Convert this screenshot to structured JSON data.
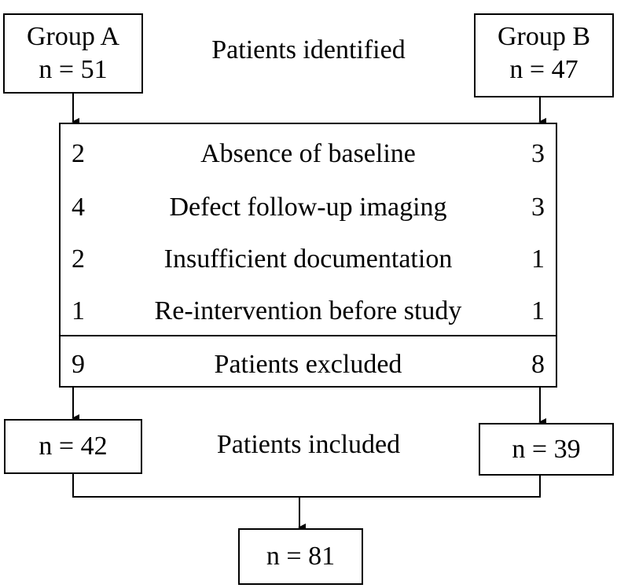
{
  "identified": {
    "label": "Patients identified",
    "group_a": {
      "name": "Group A",
      "n": "n = 51"
    },
    "group_b": {
      "name": "Group B",
      "n": "n = 47"
    }
  },
  "exclusions": [
    {
      "a": "2",
      "reason": "Absence of baseline",
      "b": "3"
    },
    {
      "a": "4",
      "reason": "Defect follow-up imaging",
      "b": "3"
    },
    {
      "a": "2",
      "reason": "Insufficient documentation",
      "b": "1"
    },
    {
      "a": "1",
      "reason": "Re-intervention before study",
      "b": "1"
    }
  ],
  "excluded_total": {
    "a": "9",
    "label": "Patients excluded",
    "b": "8"
  },
  "included": {
    "label": "Patients included",
    "group_a_n": "n = 42",
    "group_b_n": "n = 39"
  },
  "total": {
    "n": "n = 81"
  }
}
